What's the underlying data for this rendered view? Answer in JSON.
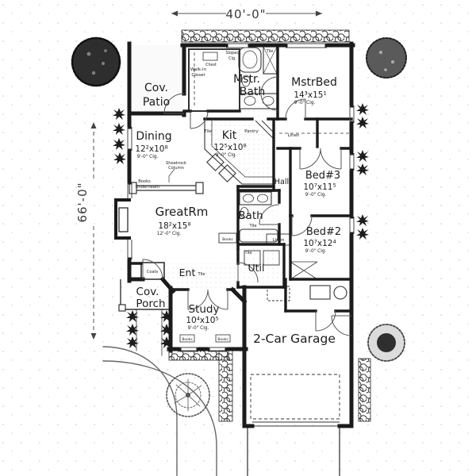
{
  "drawing": {
    "top_dimension": "40'-0\"",
    "side_dimension": "66'-0\"",
    "rooms": {
      "cov_patio": {
        "line1": "Cov.",
        "line2": "Patio"
      },
      "mstr_bath": {
        "line1": "Mstr.",
        "line2": "Bath"
      },
      "mstr_bed": {
        "name": "MstrBed",
        "dims": "14³x15¹",
        "ceiling": "9'-0\" Clg."
      },
      "dining": {
        "name": "Dining",
        "dims": "12²x10⁸",
        "ceiling": "9'-0\" Clg."
      },
      "kit": {
        "name": "Kit",
        "dims": "12⁵x10⁸",
        "ceiling": "9'-0\" Clg."
      },
      "bed3": {
        "name": "Bed#3",
        "dims": "10⁷x11⁵",
        "ceiling": "9'-0\" Clg."
      },
      "great_rm": {
        "name": "GreatRm",
        "dims": "18²x15⁸",
        "ceiling": "12'-0\" Clg."
      },
      "bath": {
        "name": "Bath"
      },
      "bed2": {
        "name": "Bed#2",
        "dims": "10⁷x12⁴",
        "ceiling": "9'-0\" Clg."
      },
      "util": {
        "name": "Util"
      },
      "ent": {
        "name": "Ent"
      },
      "study": {
        "name": "Study",
        "dims": "10⁴x10⁵",
        "ceiling": "9'-0\" Clg."
      },
      "cov_porch": {
        "line1": "Cov.",
        "line2": "Porch"
      },
      "garage": {
        "name": "2-Car Garage"
      },
      "hall": {
        "name": "Hall"
      }
    },
    "annotations": {
      "walk_in_closet_line1": "Walk-in",
      "walk_in_closet_line2": "Closet",
      "sloped_line1": "Sloped",
      "sloped_line2": "Clg.",
      "tile": "Tile",
      "pantry": "Pantry",
      "linen": "Linen",
      "books": "Books",
      "books_under_line1": "Books",
      "books_under_line2": "Underneath",
      "sheetrock_line1": "Sheetrock",
      "sheetrock_line2": "Column",
      "coats": "Coats",
      "chest": "Chest"
    },
    "colors": {
      "ink": "#1b1b1b",
      "gray": "#666666",
      "foliage": "#2e2e2e"
    }
  }
}
